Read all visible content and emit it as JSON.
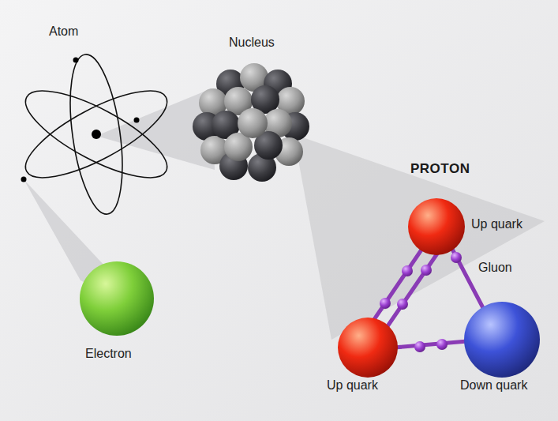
{
  "diagram": {
    "labels": [
      "Atom",
      "Nucleus",
      "PROTON",
      "Up quark",
      "Gluon",
      "Electron",
      "Up quark",
      "Down quark"
    ]
  }
}
